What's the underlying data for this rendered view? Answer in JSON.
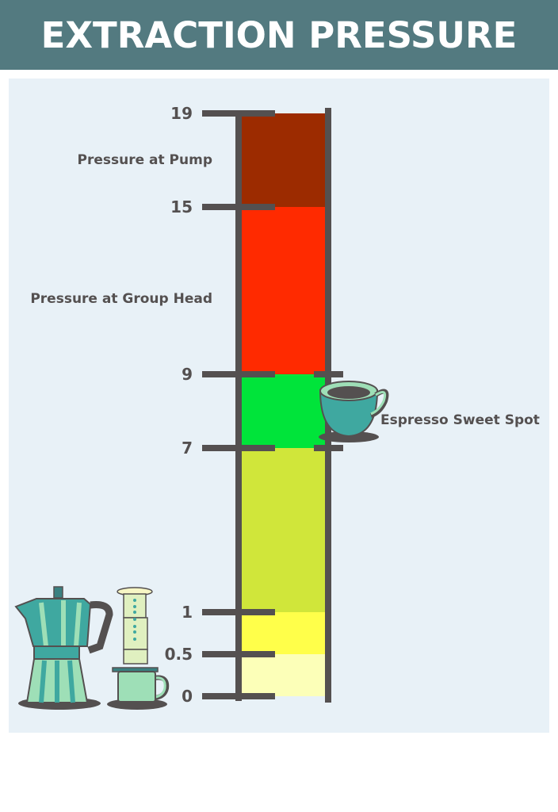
{
  "title": "EXTRACTION PRESSURE",
  "chart_data": {
    "type": "bar",
    "title": "EXTRACTION PRESSURE",
    "ylabel": "",
    "xlabel": "",
    "ticks": [
      "19",
      "15",
      "9",
      "7",
      "1",
      "0.5",
      "0"
    ],
    "tick_values": [
      19,
      15,
      9,
      7,
      1,
      0.5,
      0
    ],
    "segments": [
      {
        "from": 15,
        "to": 19,
        "color": "#9c2b00"
      },
      {
        "from": 9,
        "to": 15,
        "color": "#ff2a00"
      },
      {
        "from": 7,
        "to": 9,
        "color": "#00e43a"
      },
      {
        "from": 1,
        "to": 7,
        "color": "#d0e63a"
      },
      {
        "from": 0.5,
        "to": 1,
        "color": "#ffff4a"
      },
      {
        "from": 0,
        "to": 0.5,
        "color": "#fcffb8"
      }
    ],
    "annotations": [
      {
        "text": "Pressure at Pump",
        "range": [
          15,
          19
        ]
      },
      {
        "text": "Pressure at Group Head",
        "range": [
          9,
          15
        ]
      },
      {
        "text": "Espresso Sweet Spot",
        "range": [
          7,
          9
        ]
      }
    ]
  },
  "icons": [
    "espresso-cup-icon",
    "moka-pot-icon",
    "aeropress-icon"
  ],
  "colors": {
    "header": "#537a80",
    "panel": "#e8f1f7",
    "axis": "#545050"
  }
}
